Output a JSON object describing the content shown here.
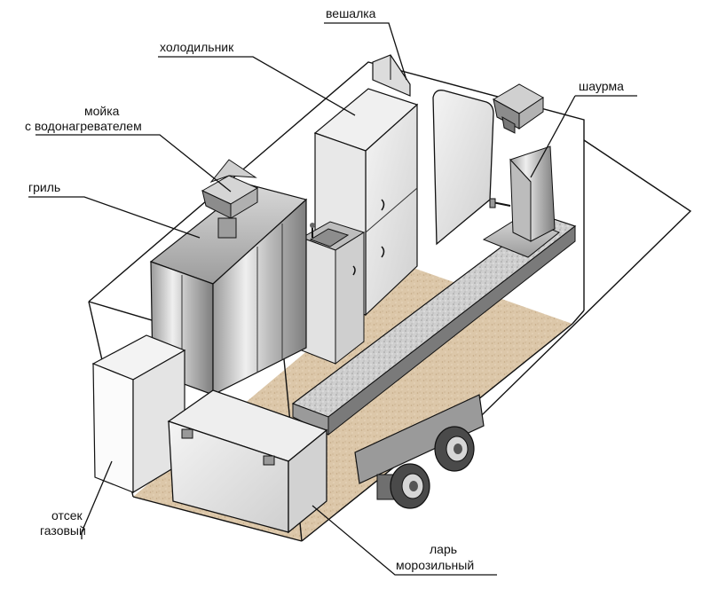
{
  "labels": {
    "hanger": "вешалка",
    "fridge": "холодильник",
    "shawarma": "шаурма",
    "sink_line1": "мойка",
    "sink_line2": "с водонагревателем",
    "grill": "гриль",
    "gas_line1": "отсек",
    "gas_line2": "газовый",
    "freezer_line1": "ларь",
    "freezer_line2": "морозильный"
  },
  "colors": {
    "floor": "#d9c4a6",
    "counter": "#c8c8c8",
    "steel_light": "#e6e6e6",
    "steel_mid": "#b9b9b9",
    "steel_dark": "#8a8a8a",
    "outline": "#111111"
  }
}
